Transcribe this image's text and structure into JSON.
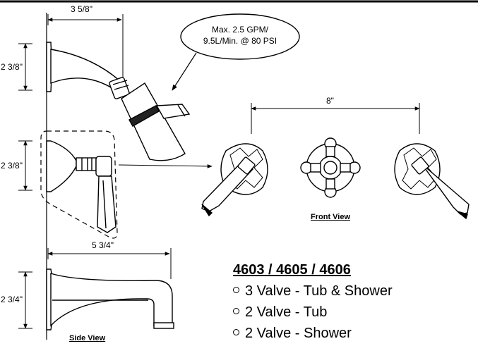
{
  "dimensions": {
    "arm_length": "3 5/8\"",
    "arm_height": "2 3/8\"",
    "valve_height": "2 3/8\"",
    "handle_spacing": "8\"",
    "spout_length": "5 3/4\"",
    "spout_height": "2 3/4\""
  },
  "callout": {
    "line1": "Max. 2.5 GPM/",
    "line2": "9.5L/Min. @ 80 PSI"
  },
  "views": {
    "front": "Front View",
    "side": "Side View"
  },
  "model": {
    "numbers": "4603 / 4605 / 4606",
    "configurations": [
      "3 Valve - Tub & Shower",
      "2 Valve - Tub",
      "2 Valve - Shower"
    ]
  }
}
